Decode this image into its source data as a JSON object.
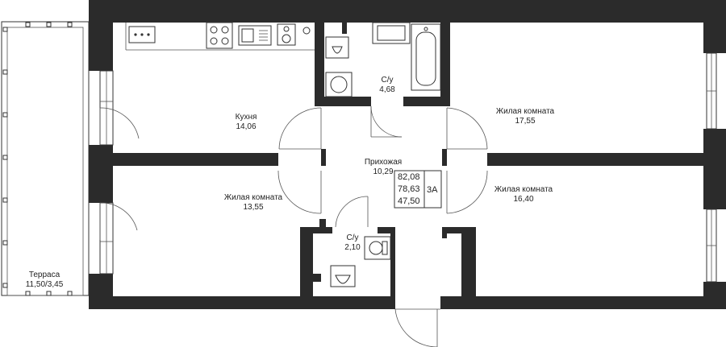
{
  "rooms": {
    "kitchen": {
      "name": "Кухня",
      "area": "14,06"
    },
    "bath1": {
      "name": "С/у",
      "area": "4,68"
    },
    "living1": {
      "name": "Жилая комната",
      "area": "17,55"
    },
    "hall": {
      "name": "Прихожая",
      "area": "10,29"
    },
    "living2": {
      "name": "Жилая комната",
      "area": "13,55"
    },
    "living3": {
      "name": "Жилая комната",
      "area": "16,40"
    },
    "bath2": {
      "name": "С/у",
      "area": "2,10"
    },
    "terrace": {
      "name": "Терраса",
      "area": "11,50/3,45"
    }
  },
  "summary": {
    "total_area": "82,08",
    "living_area_total": "78,63",
    "living_area": "47,50",
    "apartment_type": "3А"
  },
  "colors": {
    "wall": "#2b2b2b",
    "line": "#333333",
    "background": "#ffffff"
  }
}
